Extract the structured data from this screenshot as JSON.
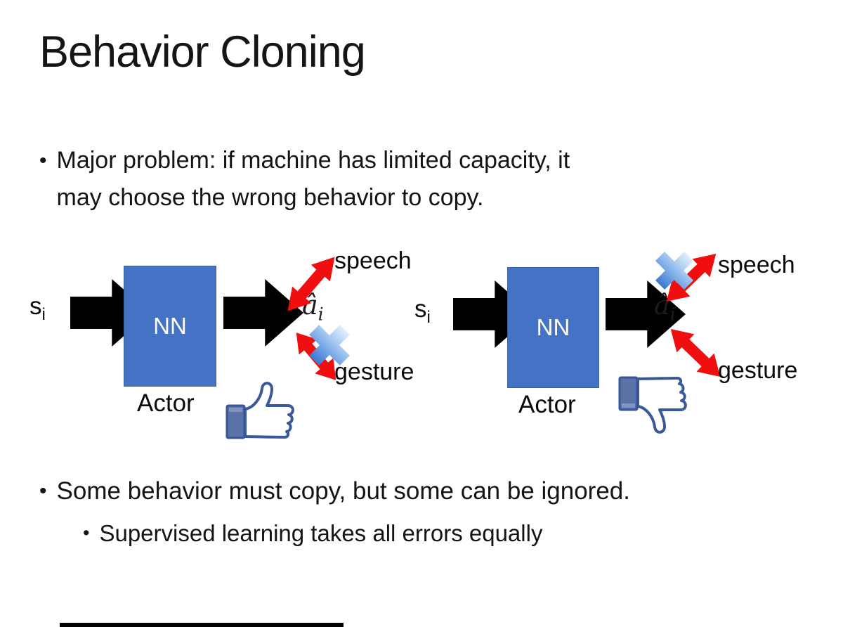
{
  "slide": {
    "title": "Behavior Cloning",
    "bullet1_line1": "Major problem: if machine has limited capacity, it",
    "bullet1_line2": "may choose the wrong behavior to copy.",
    "bullet2": "Some behavior must copy, but some can be ignored.",
    "bullet3": "Supervised learning takes all errors equally",
    "bullet_glyph": "•"
  },
  "diagram": {
    "input_base": "s",
    "input_sub": "i",
    "nn_label": "NN",
    "actor_label": "Actor",
    "output_base": "â",
    "output_sub": "i",
    "speech_label": "speech",
    "gesture_label": "gesture",
    "left": {
      "crossed_out": "gesture",
      "feedback": "thumbs-up"
    },
    "right": {
      "crossed_out": "speech",
      "feedback": "thumbs-down"
    }
  },
  "icons": {
    "cross": "cross-icon",
    "thumbs_up": "thumbs-up-icon",
    "thumbs_down": "thumbs-down-icon",
    "block_arrow": "block-arrow-icon",
    "double_arrow": "double-arrow-icon"
  },
  "colors": {
    "nn_box": "#4472c4",
    "arrow_black": "#000000",
    "arrow_red": "#f10e0e",
    "cross_blue": "#3a76d2",
    "thumb_outline": "#3b5998",
    "thumb_cuff": "#5b72a7",
    "text": "#141414"
  }
}
